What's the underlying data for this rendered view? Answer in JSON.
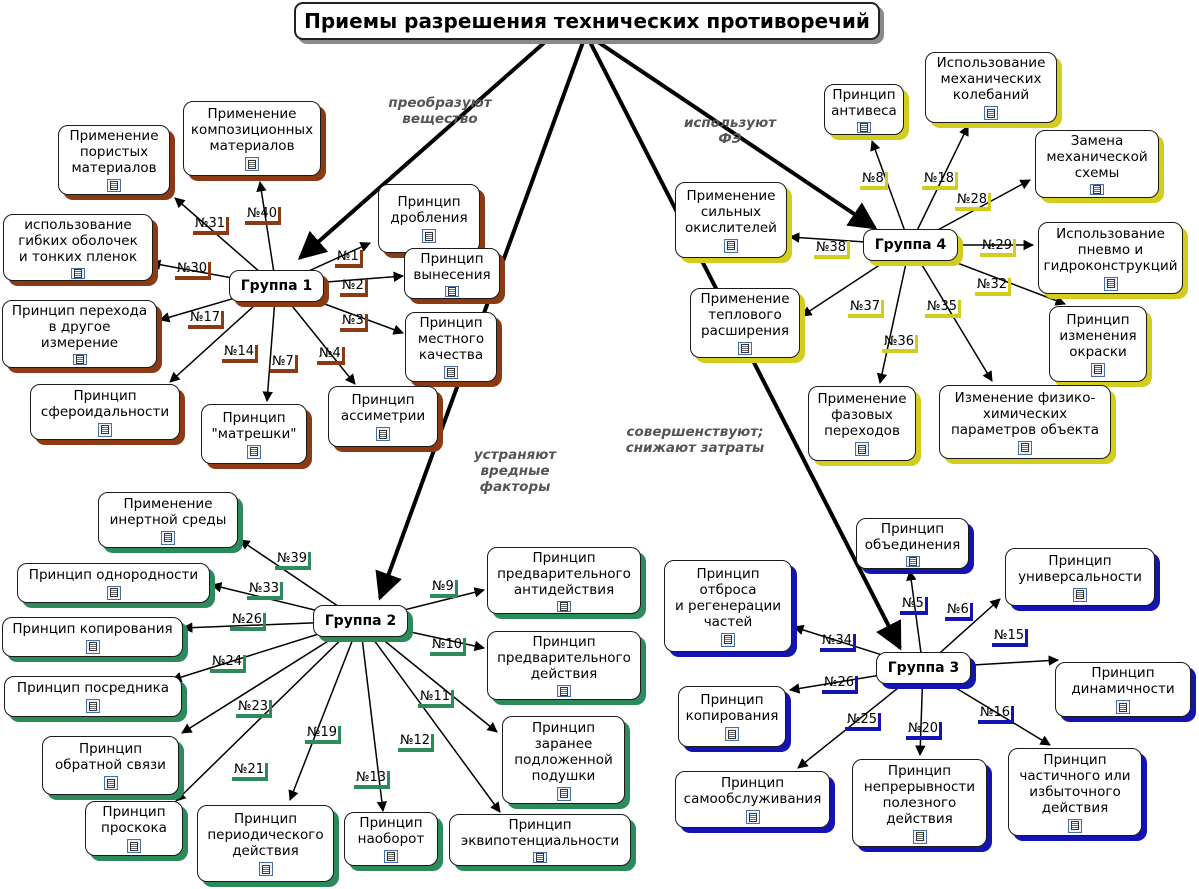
{
  "title": "Приемы разрешения технических противоречий",
  "edge_labels": {
    "g1": "преобразуют\nвещество",
    "g4": "используют\nФЭ",
    "g2": "устраняют\nвредные\nфакторы",
    "g3": "совершенствуют;\nснижают затраты"
  },
  "groups": {
    "g1": "Группа 1",
    "g2": "Группа 2",
    "g3": "Группа 3",
    "g4": "Группа 4"
  },
  "nodes": {
    "n1_31": "Применение\nпористых\nматериалов",
    "n1_40": "Применение\nкомпозиционных\nматериалов",
    "n1_1": "Принцип\nдробления",
    "n1_30": "использование\nгибких оболочек\nи тонких пленок",
    "n1_2": "Принцип\nвынесения",
    "n1_17": "Принцип перехода\nв другое\nизмерение",
    "n1_3": "Принцип\nместного\nкачества",
    "n1_14": "Принцип\nсфероидальности",
    "n1_7": "Принцип\n\"матрешки\"",
    "n1_4": "Принцип\nассиметрии",
    "n4_8": "Принцип\nантивеса",
    "n4_18": "Использование\nмеханических\nколебаний",
    "n4_28": "Замена\nмеханической\nсхемы",
    "n4_38": "Применение\nсильных\nокислителей",
    "n4_29": "Использование\nпневмо и\nгидроконструкций",
    "n4_37": "Применение\nтеплового\nрасширения",
    "n4_32": "Принцип\nизменения\nокраски",
    "n4_36": "Применение\nфазовых\nпереходов",
    "n4_35": "Изменение физико-\nхимических\nпараметров объекта",
    "n2_39": "Применение\nинертной среды",
    "n2_33": "Принцип однородности",
    "n2_26": "Принцип копирования",
    "n2_24": "Принцип посредника",
    "n2_23": "Принцип\nобратной связи",
    "n2_21": "Принцип\nпроскока",
    "n2_19": "Принцип\nпериодического\nдействия",
    "n2_13": "Принцип\nнаоборот",
    "n2_12": "Принцип\nэквипотенциальности",
    "n2_9": "Принцип\nпредварительного\nантидействия",
    "n2_10": "Принцип\nпредварительного\nдействия",
    "n2_11": "Принцип\nзаранее\nподложенной\nподушки",
    "n3_5": "Принцип\nобъединения",
    "n3_6": "Принцип\nуниверсальности",
    "n3_34": "Принцип\nотброса\nи регенерации\nчастей",
    "n3_15": "Принцип\nдинамичности",
    "n3_26": "Принцип\nкопирования",
    "n3_25": "Принцип\nсамообслуживания",
    "n3_20": "Принцип\nнепрерывности\nполезного\nдействия",
    "n3_16": "Принцип\nчастичного или\nизбыточного\nдействия"
  },
  "labels": {
    "n1_31": "№31",
    "n1_40": "№40",
    "n1_1": "№1",
    "n1_30": "№30",
    "n1_2": "№2",
    "n1_17": "№17",
    "n1_3": "№3",
    "n1_14": "№14",
    "n1_7": "№7",
    "n1_4": "№4",
    "n4_8": "№8",
    "n4_18": "№18",
    "n4_28": "№28",
    "n4_38": "№38",
    "n4_29": "№29",
    "n4_37": "№37",
    "n4_32": "№32",
    "n4_36": "№36",
    "n4_35": "№35",
    "n2_39": "№39",
    "n2_33": "№33",
    "n2_26": "№26",
    "n2_24": "№24",
    "n2_23": "№23",
    "n2_21": "№21",
    "n2_19": "№19",
    "n2_13": "№13",
    "n2_12": "№12",
    "n2_9": "№9",
    "n2_10": "№10",
    "n2_11": "№11",
    "n3_5": "№5",
    "n3_6": "№6",
    "n3_34": "№34",
    "n3_15": "№15",
    "n3_26": "№26",
    "n3_25": "№25",
    "n3_20": "№20",
    "n3_16": "№16"
  },
  "colors": {
    "group1": "#8b3a14",
    "group2": "#2d8a5a",
    "group3": "#1414b4",
    "group4": "#d2cd1e",
    "edge_label_text": "#555555"
  },
  "icons": {
    "attachment": "document-icon"
  }
}
